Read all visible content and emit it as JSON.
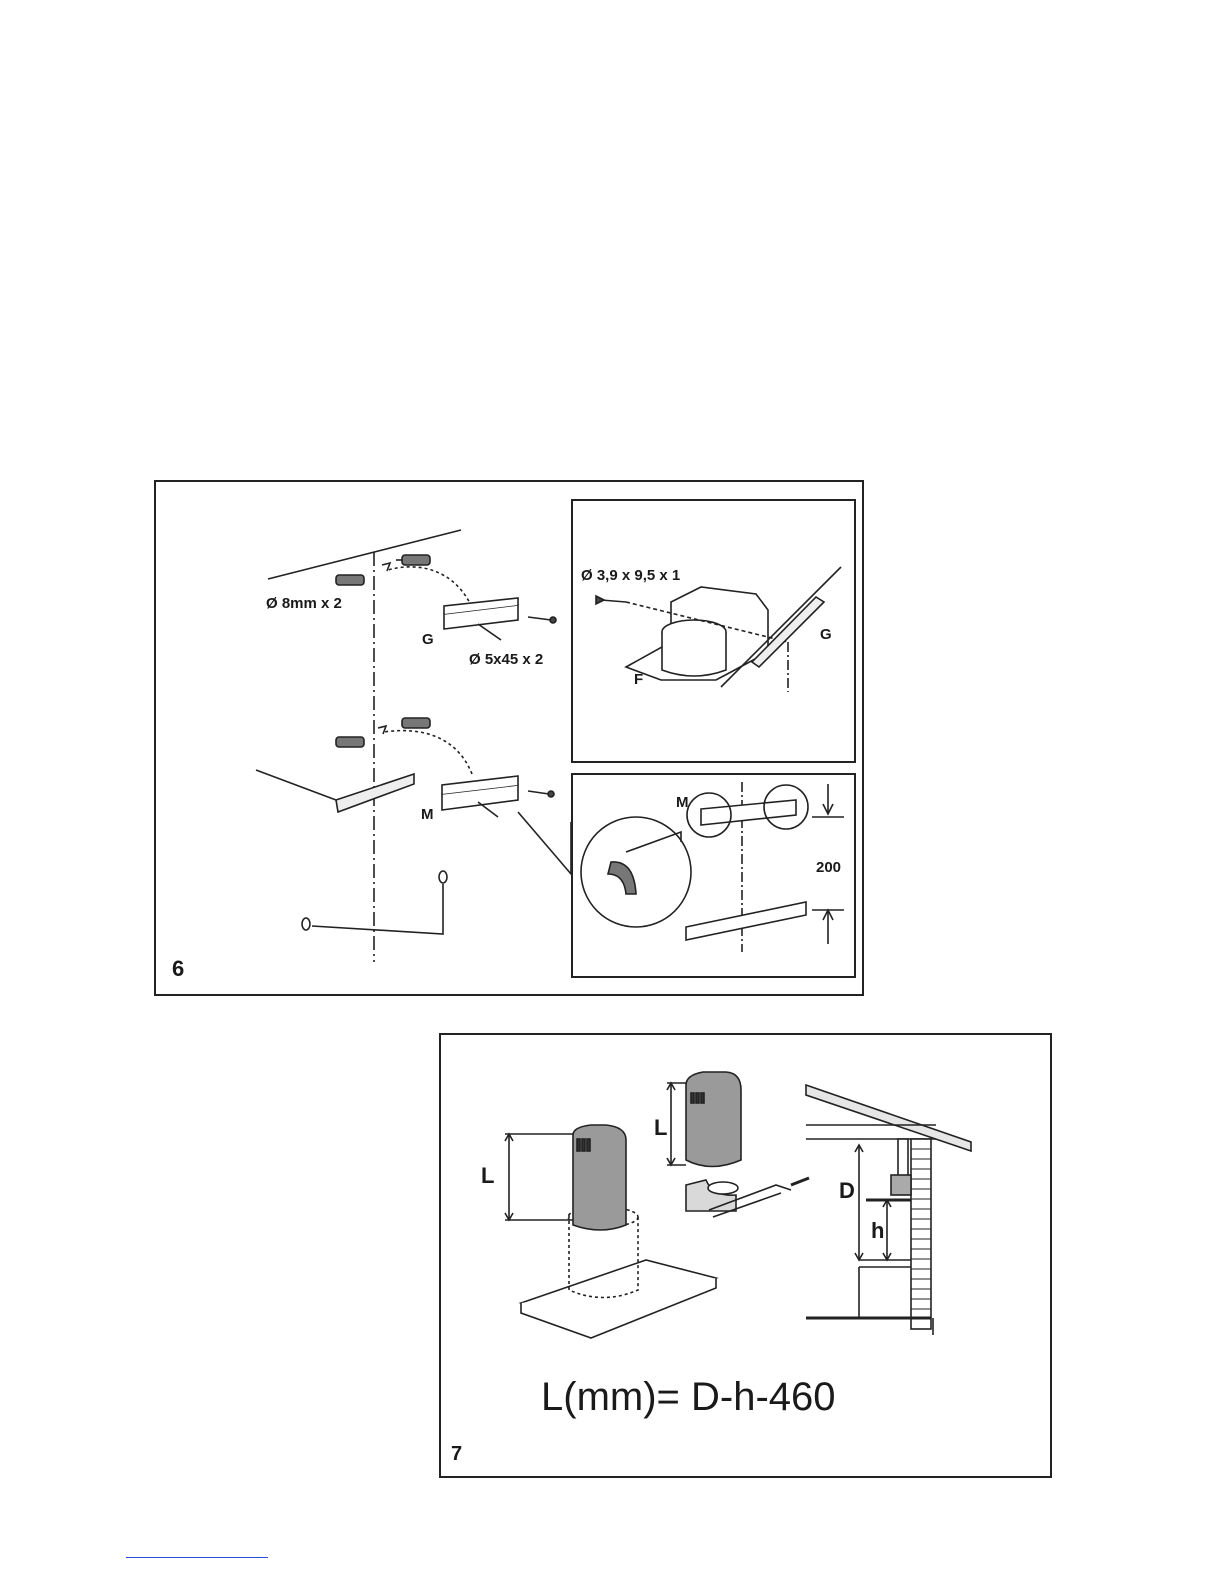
{
  "figure6": {
    "number": "6",
    "labels": {
      "plug": "Ø 8mm x 2",
      "screw_long": "Ø 5x45 x 2",
      "screw_small": "Ø 3,9 x 9,5 x 1",
      "bracket_g": "G",
      "bracket_g_detail": "G",
      "bracket_m": "M",
      "bracket_m_detail": "M",
      "flange_f": "F",
      "distance": "200"
    }
  },
  "figure7": {
    "number": "7",
    "labels": {
      "length_1": "L",
      "length_2": "L",
      "depth": "D",
      "height": "h"
    },
    "formula": "L(mm)= D-h-460"
  }
}
